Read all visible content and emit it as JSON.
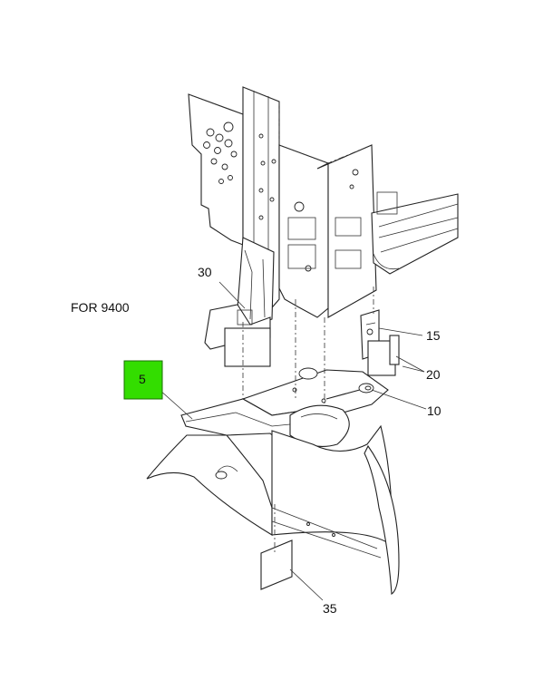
{
  "note": "FOR 9400",
  "callouts": [
    {
      "id": "5",
      "label": "5",
      "highlighted": true
    },
    {
      "id": "10",
      "label": "10"
    },
    {
      "id": "15",
      "label": "15"
    },
    {
      "id": "20",
      "label": "20"
    },
    {
      "id": "30",
      "label": "30"
    },
    {
      "id": "35",
      "label": "35"
    }
  ],
  "colors": {
    "highlight_fill": "#33dd00",
    "highlight_stroke": "#1a6e00",
    "line": "#222222",
    "background": "#ffffff"
  }
}
